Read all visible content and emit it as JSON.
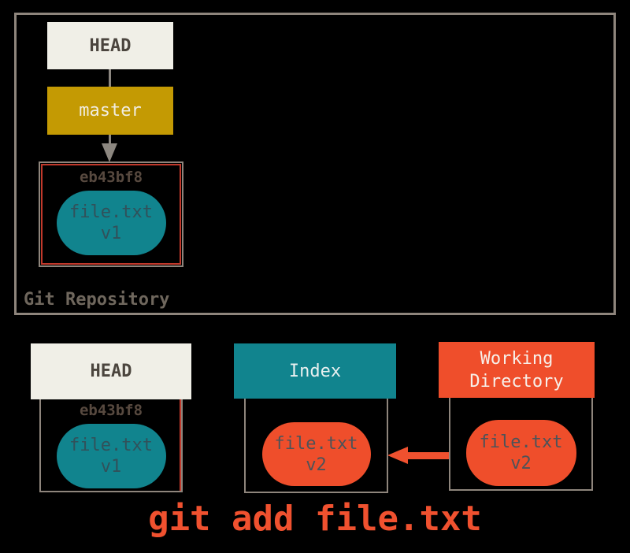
{
  "colors": {
    "background": "#000000",
    "frame_gray": "#8e857c",
    "connector_gray": "#8c8780",
    "cream": "#f0efe7",
    "cream_text": "#4b453e",
    "gold": "#c49a03",
    "gold_text": "#f0ece1",
    "teal": "#11848e",
    "teal_text": "#e9f0f0",
    "orange": "#ef4e2b",
    "orange_text": "#f7f0ea",
    "teal_blob_text": "#31515a",
    "orange_blob_text": "#4c5359",
    "hash_text": "#57493f",
    "label_text": "#6f675d",
    "accent_red": "#c2392b",
    "caption_orange": "#f0512f"
  },
  "repository": {
    "label": "Git Repository",
    "head_label": "HEAD",
    "branch_label": "master",
    "commit": {
      "hash": "eb43bf8",
      "file_name": "file.txt",
      "file_version": "v1"
    }
  },
  "columns": {
    "head": {
      "title": "HEAD",
      "commit_hash": "eb43bf8",
      "file_name": "file.txt",
      "file_version": "v1"
    },
    "index": {
      "title": "Index",
      "file_name": "file.txt",
      "file_version": "v2"
    },
    "working_directory": {
      "title": "Working Directory",
      "file_name": "file.txt",
      "file_version": "v2"
    }
  },
  "caption": "git add file.txt"
}
